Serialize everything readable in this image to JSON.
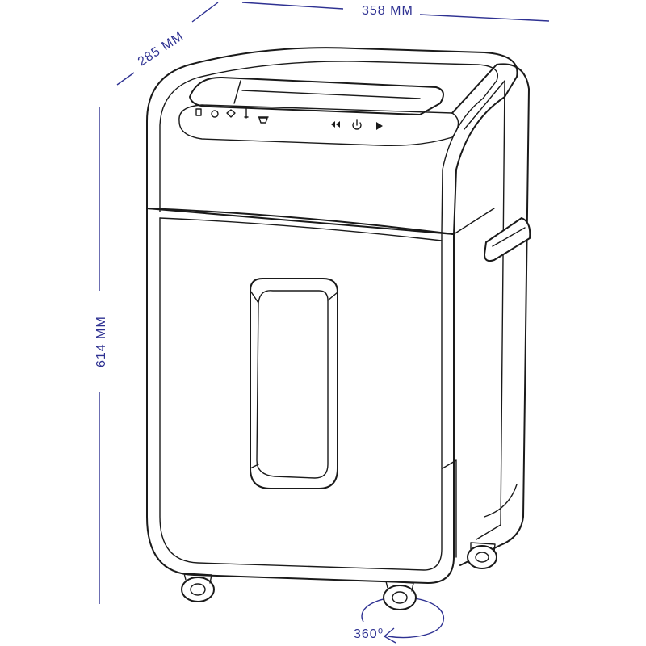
{
  "dimensions": {
    "width": "358 MM",
    "depth": "285 MM",
    "height": "614 MM",
    "rotation": "360⁰"
  },
  "control_panel": {
    "left_icons": [
      "paper-icon",
      "cd-icon",
      "credit-card-icon",
      "temperature-icon",
      "bin-full-icon"
    ],
    "right_buttons": [
      "reverse-icon",
      "power-icon",
      "forward-icon"
    ]
  },
  "colors": {
    "dimension": "#2e3192",
    "outline": "#1a1a1a"
  }
}
